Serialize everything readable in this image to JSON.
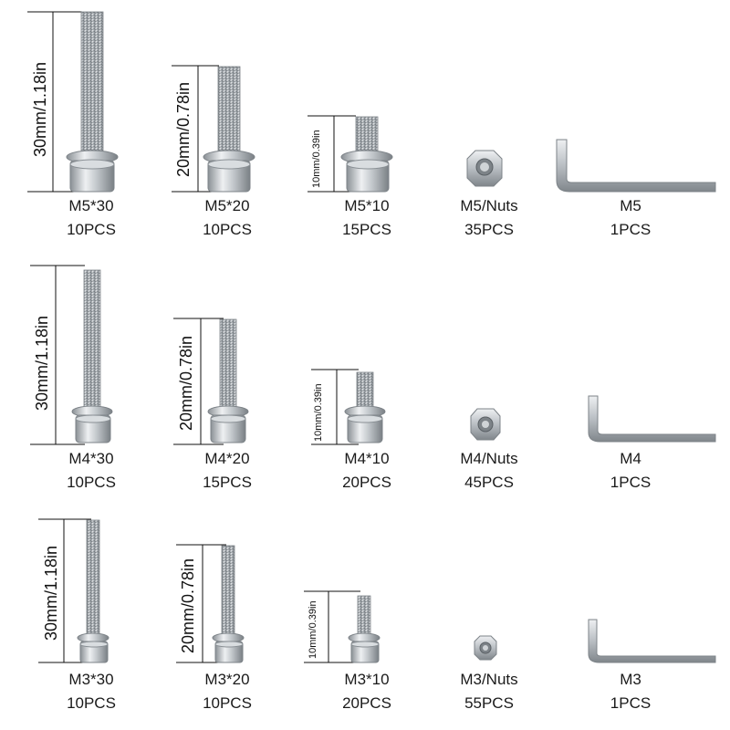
{
  "rows": [
    {
      "items": [
        {
          "name": "M5*30",
          "qty": "10PCS",
          "dim": "30mm/1.18in"
        },
        {
          "name": "M5*20",
          "qty": "10PCS",
          "dim": "20mm/0.78in"
        },
        {
          "name": "M5*10",
          "qty": "15PCS",
          "dim": "10mm/0.39in"
        },
        {
          "name": "M5/Nuts",
          "qty": "35PCS"
        },
        {
          "name": "M5",
          "qty": "1PCS"
        }
      ]
    },
    {
      "items": [
        {
          "name": "M4*30",
          "qty": "10PCS",
          "dim": "30mm/1.18in"
        },
        {
          "name": "M4*20",
          "qty": "15PCS",
          "dim": "20mm/0.78in"
        },
        {
          "name": "M4*10",
          "qty": "20PCS",
          "dim": "10mm/0.39in"
        },
        {
          "name": "M4/Nuts",
          "qty": "45PCS"
        },
        {
          "name": "M4",
          "qty": "1PCS"
        }
      ]
    },
    {
      "items": [
        {
          "name": "M3*30",
          "qty": "10PCS",
          "dim": "30mm/1.18in"
        },
        {
          "name": "M3*20",
          "qty": "10PCS",
          "dim": "20mm/0.78in"
        },
        {
          "name": "M3*10",
          "qty": "20PCS",
          "dim": "10mm/0.39in"
        },
        {
          "name": "M3/Nuts",
          "qty": "55PCS"
        },
        {
          "name": "M3",
          "qty": "1PCS"
        }
      ]
    }
  ],
  "colors": {
    "steel": "#b9bec3",
    "steel_dark": "#7d8388",
    "line": "#111111"
  }
}
